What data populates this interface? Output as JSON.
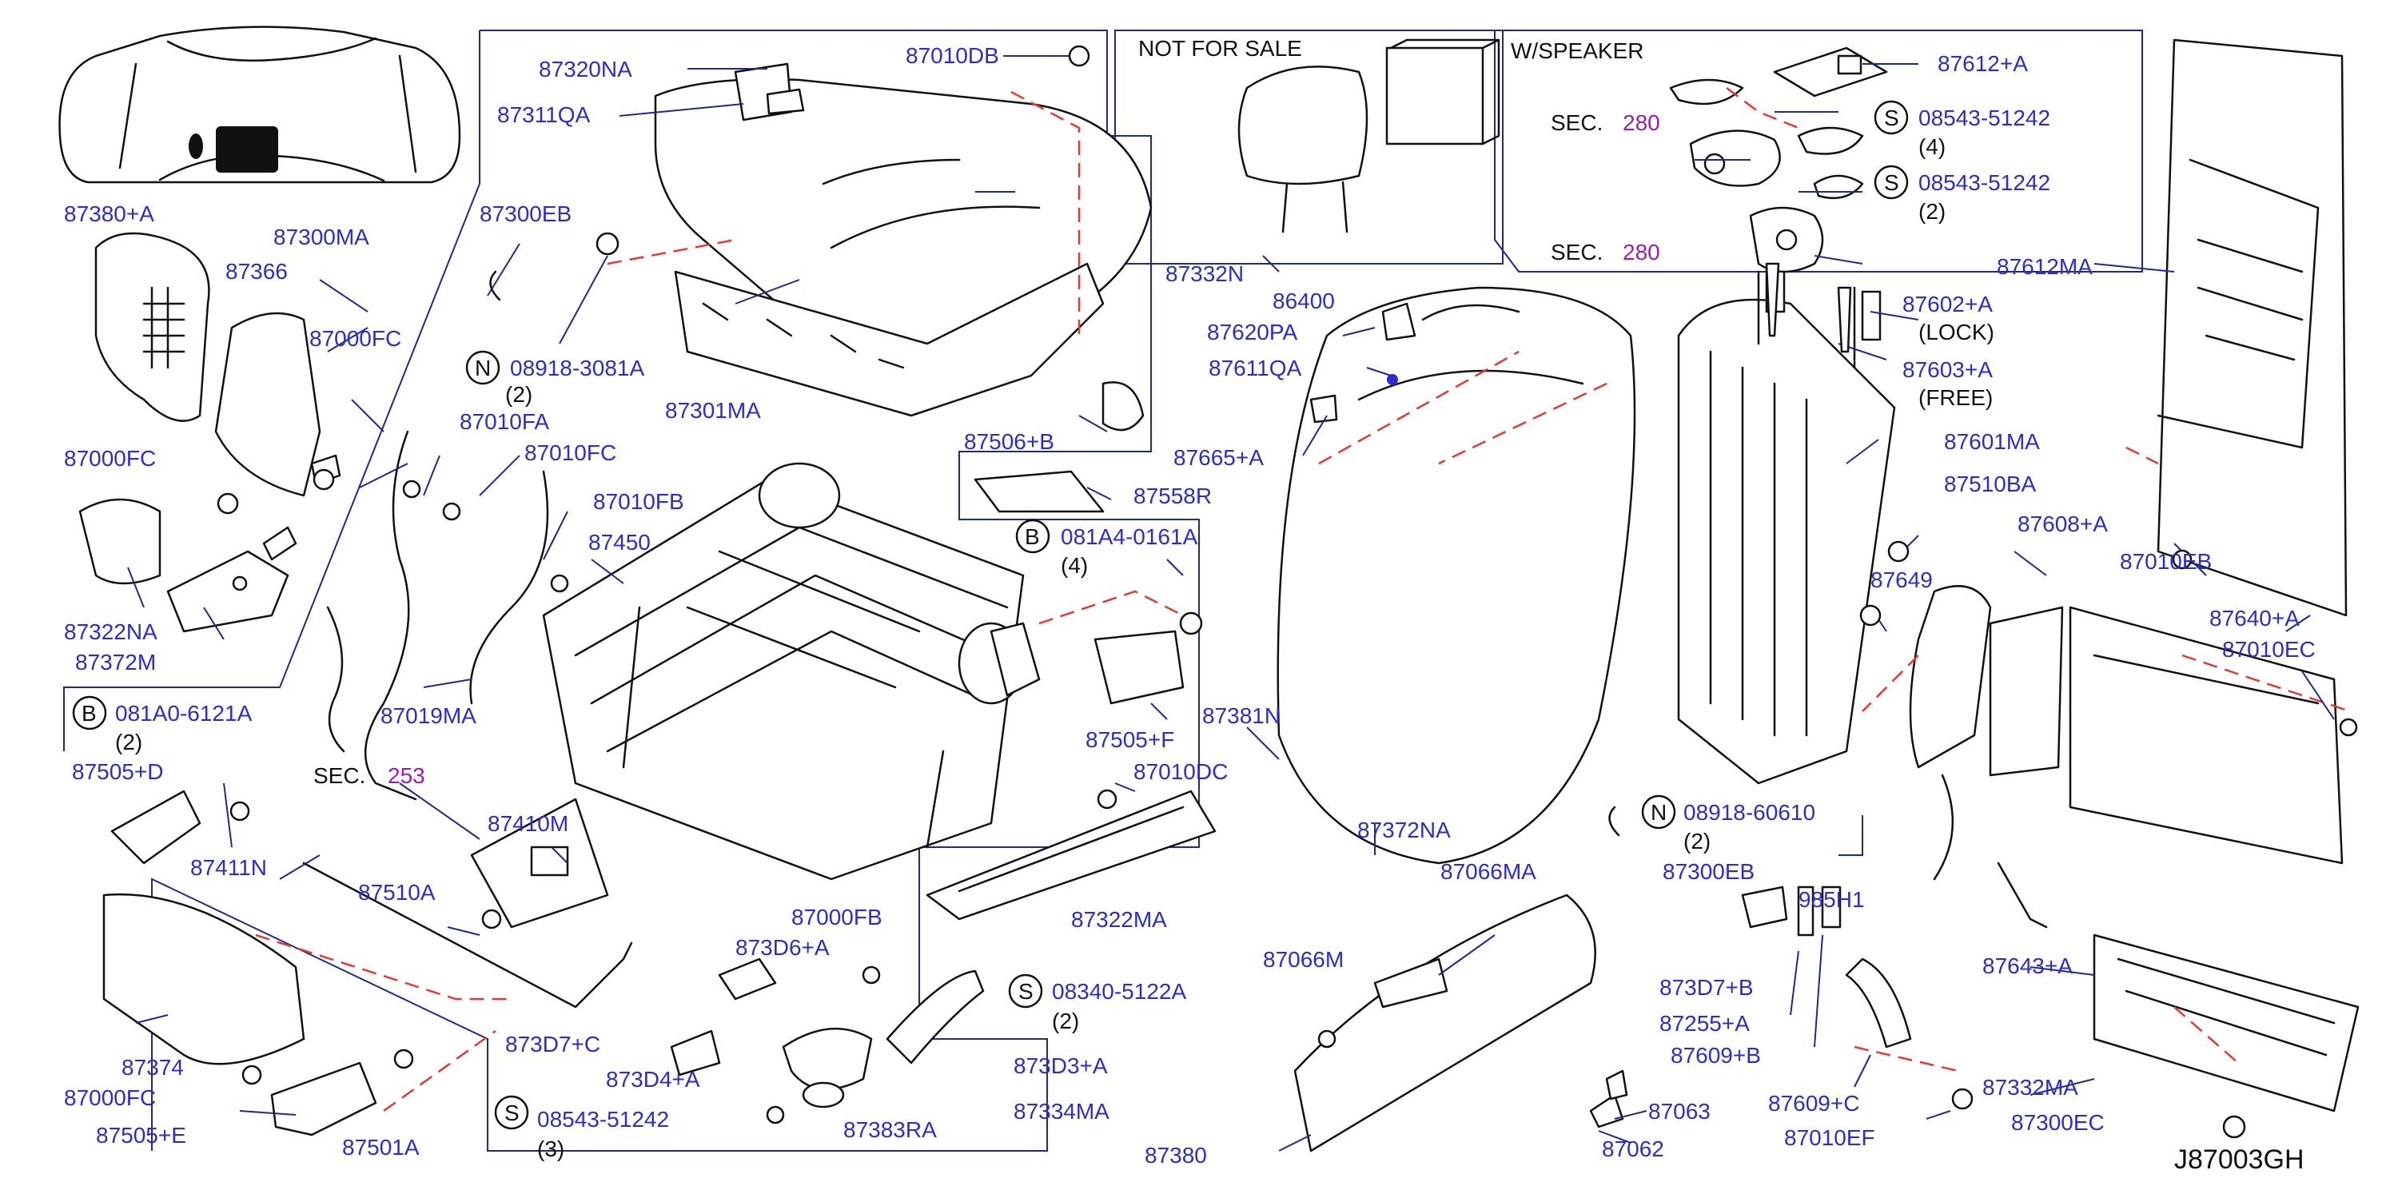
{
  "notes": {
    "not_for_sale": "NOT   FOR   SALE",
    "w_speaker": "W/SPEAKER",
    "lock": "(LOCK)",
    "free": "(FREE)",
    "drawing_ref": "J87003GH"
  },
  "sections": {
    "sec_word": "SEC.",
    "sec_280": "280",
    "sec_253": "253"
  },
  "qty": {
    "q2": "(2)",
    "q3": "(3)",
    "q4": "(4)"
  },
  "prefixes": {
    "N": "N",
    "B": "B",
    "S": "S"
  },
  "parts": {
    "p87320NA": "87320NA",
    "p87311QA": "87311QA",
    "p87010DB": "87010DB",
    "p87380A": "87380+A",
    "p87300MA": "87300MA",
    "p87300EB_top": "87300EB",
    "p87366": "87366",
    "p87000FC_a": "87000FC",
    "p87000FC_b": "87000FC",
    "p87000FC_c": "87000FC",
    "p08918_3081A": "08918-3081A",
    "p87301MA": "87301MA",
    "p87010FA": "87010FA",
    "p87010FC": "87010FC",
    "p87010FB": "87010FB",
    "p87450": "87450",
    "p87322NA": "87322NA",
    "p87372M": "87372M",
    "p87019MA": "87019MA",
    "p081A0_6121A": "081A0-6121A",
    "p87505D": "87505+D",
    "p87411N": "87411N",
    "p87410M": "87410M",
    "p87510A": "87510A",
    "p87374": "87374",
    "p87505E": "87505+E",
    "p87501A": "87501A",
    "p08543_51242_bot": "08543-51242",
    "p873D7C": "873D7+C",
    "p873D6A": "873D6+A",
    "p87000FB": "87000FB",
    "p873D4A": "873D4+A",
    "p873D3A": "873D3+A",
    "p87334MA": "87334MA",
    "p87383RA": "87383RA",
    "p08340_5122A": "08340-5122A",
    "p87322MA": "87322MA",
    "p87010DC": "87010DC",
    "p87505F": "87505+F",
    "p081A4_0161A": "081A4-0161A",
    "p87558R": "87558R",
    "p87506B": "87506+B",
    "p87332N": "87332N",
    "p86400": "86400",
    "p87620PA": "87620PA",
    "p87611QA": "87611QA",
    "p87665A": "87665+A",
    "p87381N": "87381N",
    "p87372NA": "87372NA",
    "p87066MA": "87066MA",
    "p87066M": "87066M",
    "p87380": "87380",
    "p87063": "87063",
    "p87062": "87062",
    "p87612A": "87612+A",
    "p08543_51242_a": "08543-51242",
    "p08543_51242_b": "08543-51242",
    "p87612MA": "87612MA",
    "p87602A": "87602+A",
    "p87603A": "87603+A",
    "p87601MA": "87601MA",
    "p87510BA": "87510BA",
    "p87608A": "87608+A",
    "p87649": "87649",
    "p08918_60610": "08918-60610",
    "p87300EB_bot": "87300EB",
    "p985H1": "985H1",
    "p873D7B": "873D7+B",
    "p87255A": "87255+A",
    "p87609B": "87609+B",
    "p87609C": "87609+C",
    "p87010EF": "87010EF",
    "p87010EB": "87010EB",
    "p87640A": "87640+A",
    "p87010EC": "87010EC",
    "p87643A": "87643+A",
    "p87332MA": "87332MA",
    "p87300EC": "87300EC"
  }
}
